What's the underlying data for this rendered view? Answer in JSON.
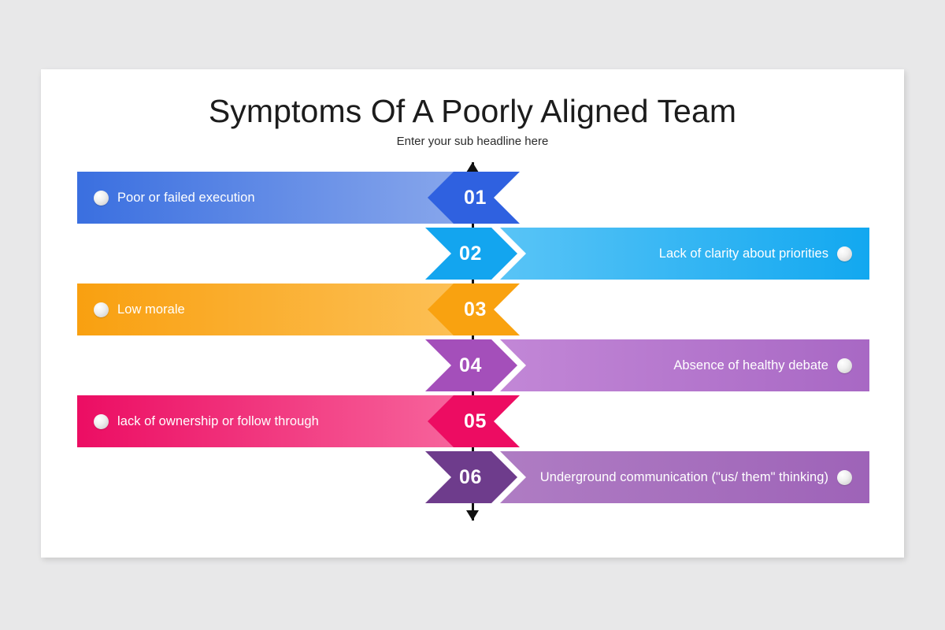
{
  "slide": {
    "title": "Symptoms Of A Poorly Aligned Team",
    "subtitle": "Enter your sub headline here",
    "background_color": "#e8e8e9",
    "card_color": "#ffffff",
    "axis_color": "#111111"
  },
  "rows": [
    {
      "number": "01",
      "label": "Poor or failed execution",
      "side": "left",
      "bar_gradient_from": "#3a6fe0",
      "bar_gradient_to": "#8aa8ec",
      "badge_color": "#2f61e0"
    },
    {
      "number": "02",
      "label": "Lack of clarity about priorities",
      "side": "right",
      "bar_gradient_from": "#5ec6f7",
      "bar_gradient_to": "#12a8f0",
      "badge_color": "#13a5ef"
    },
    {
      "number": "03",
      "label": "Low morale",
      "side": "left",
      "bar_gradient_from": "#f9a010",
      "bar_gradient_to": "#fcc158",
      "badge_color": "#f9a210"
    },
    {
      "number": "04",
      "label": "Absence of healthy debate",
      "side": "right",
      "bar_gradient_from": "#c489d8",
      "bar_gradient_to": "#a868c4",
      "badge_color": "#a44fba"
    },
    {
      "number": "05",
      "label": "lack of ownership or follow through",
      "side": "left",
      "bar_gradient_from": "#ec0d63",
      "bar_gradient_to": "#f7679e",
      "badge_color": "#ed0c62"
    },
    {
      "number": "06",
      "label": "Underground communication (\"us/ them\" thinking)",
      "side": "right",
      "bar_gradient_from": "#b07ec4",
      "bar_gradient_to": "#9e63b8",
      "badge_color": "#6e3c8c"
    }
  ]
}
